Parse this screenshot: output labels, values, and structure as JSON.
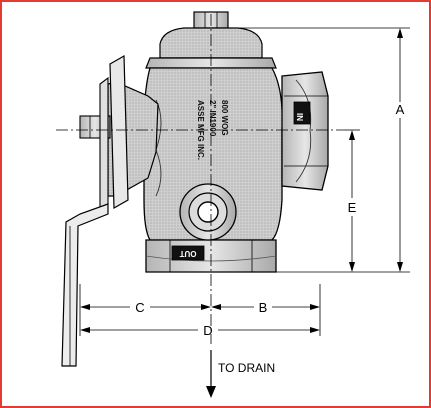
{
  "border_color": "#e53a2f",
  "dimensions": {
    "a": "A",
    "b": "B",
    "c": "C",
    "d": "D",
    "e": "E"
  },
  "ports": {
    "in_label": "IN",
    "out_label": "OUT"
  },
  "casting": {
    "line1": "800 WOG",
    "line2": "2\" IN1900",
    "line3": "ASSE MFG INC."
  },
  "drain_label": "TO DRAIN"
}
